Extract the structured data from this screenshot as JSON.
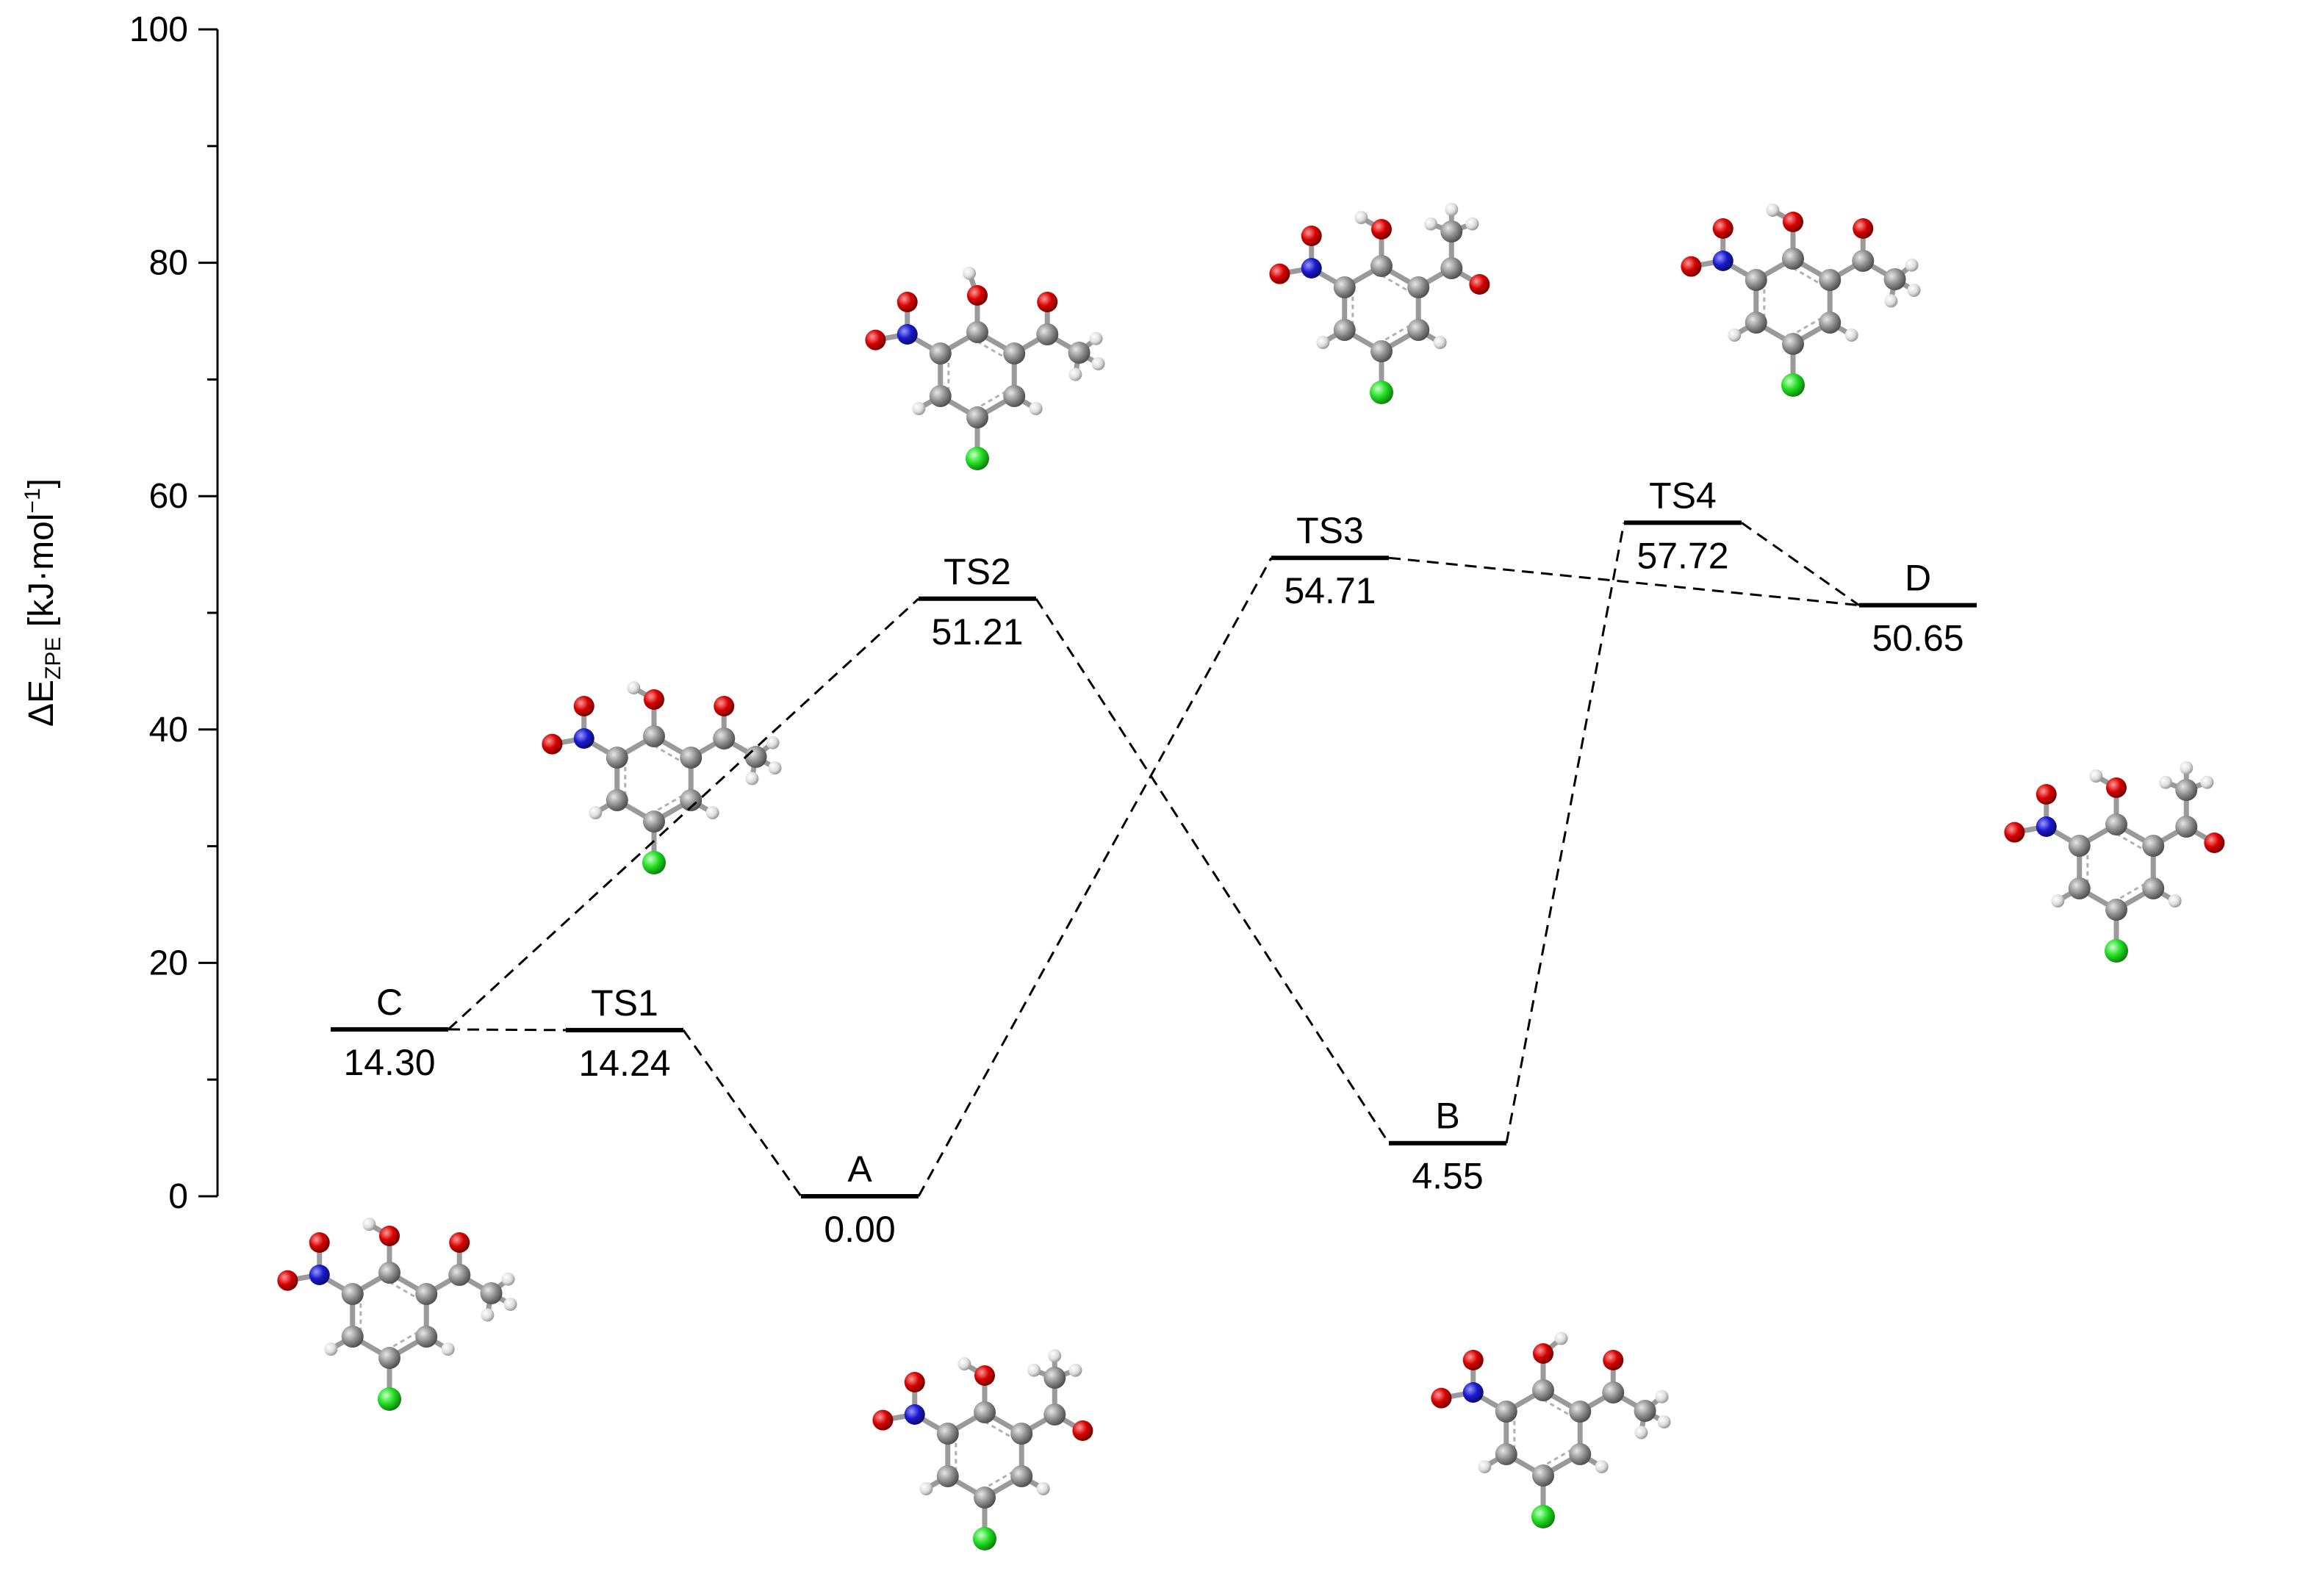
{
  "chart_data": {
    "type": "energy-level-diagram",
    "ylabel": {
      "delta": "Δ",
      "quantity": "E",
      "subscript": "ZPE",
      "unit_prefix": " [kJ·mol",
      "unit_sup": "−1",
      "unit_suffix": "]"
    },
    "ylim": [
      0,
      100
    ],
    "yticks": [
      0,
      20,
      40,
      60,
      80,
      100
    ],
    "grid": false,
    "levels": [
      {
        "id": "C",
        "label": "C",
        "value": 14.3,
        "value_label": "14.30",
        "x": 1
      },
      {
        "id": "TS1",
        "label": "TS1",
        "value": 14.24,
        "value_label": "14.24",
        "x": 2
      },
      {
        "id": "A",
        "label": "A",
        "value": 0.0,
        "value_label": "0.00",
        "x": 3
      },
      {
        "id": "TS2",
        "label": "TS2",
        "value": 51.21,
        "value_label": "51.21",
        "x": 3.5
      },
      {
        "id": "TS3",
        "label": "TS3",
        "value": 54.71,
        "value_label": "54.71",
        "x": 5
      },
      {
        "id": "B",
        "label": "B",
        "value": 4.55,
        "value_label": "4.55",
        "x": 5.5
      },
      {
        "id": "TS4",
        "label": "TS4",
        "value": 57.72,
        "value_label": "57.72",
        "x": 6.5
      },
      {
        "id": "D",
        "label": "D",
        "value": 50.65,
        "value_label": "50.65",
        "x": 7.5
      }
    ],
    "connections": [
      [
        "C",
        "TS1"
      ],
      [
        "TS1",
        "A"
      ],
      [
        "C",
        "TS2"
      ],
      [
        "TS2",
        "B"
      ],
      [
        "A",
        "TS3"
      ],
      [
        "TS3",
        "D"
      ],
      [
        "B",
        "TS4"
      ],
      [
        "TS4",
        "D"
      ]
    ],
    "molecules": [
      {
        "name": "molecule-C",
        "variant": "hydroxyl-methyl"
      },
      {
        "name": "molecule-TS1",
        "variant": "rotating-methyl"
      },
      {
        "name": "molecule-TS2",
        "variant": "rotating-hydroxyl"
      },
      {
        "name": "molecule-A",
        "variant": "base"
      },
      {
        "name": "molecule-TS3",
        "variant": "rotating-acetyl"
      },
      {
        "name": "molecule-B",
        "variant": "hydroxyl-down"
      },
      {
        "name": "molecule-TS4",
        "variant": "rotating-acetyl-2"
      },
      {
        "name": "molecule-D",
        "variant": "acetyl-flipped"
      }
    ],
    "colors": {
      "carbon": "#8a8a8a",
      "oxygen": "#d40000",
      "nitrogen": "#1a1acc",
      "chlorine": "#22dd22",
      "hydrogen": "#e0e0e0",
      "line": "#000000"
    }
  }
}
